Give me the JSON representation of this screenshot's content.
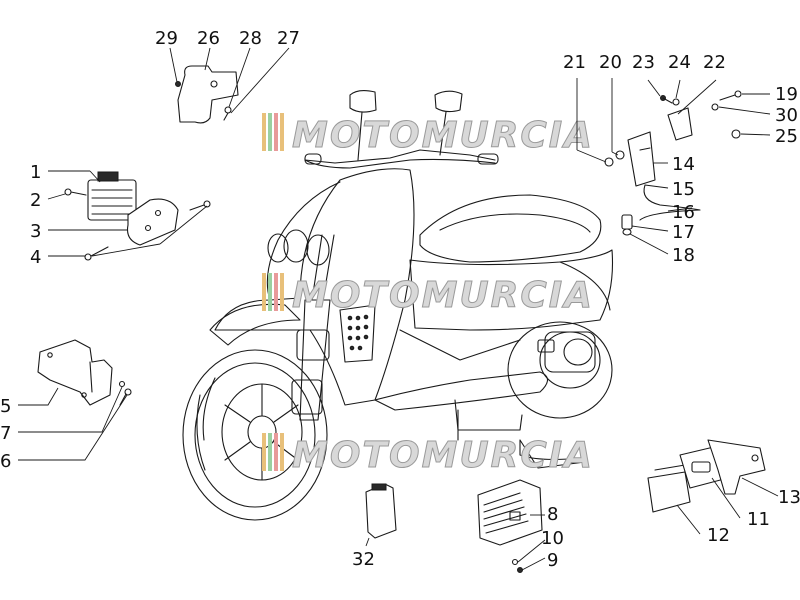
{
  "watermark": {
    "text": "MOTOMURCIA"
  },
  "callouts": {
    "n1": "1",
    "n2": "2",
    "n3": "3",
    "n4": "4",
    "n5": "5",
    "n6": "6",
    "n7": "7",
    "n8": "8",
    "n9": "9",
    "n10": "10",
    "n11": "11",
    "n12": "12",
    "n13": "13",
    "n14": "14",
    "n15": "15",
    "n16": "16",
    "n17": "17",
    "n18": "18",
    "n19": "19",
    "n20": "20",
    "n21": "21",
    "n22": "22",
    "n23": "23",
    "n24": "24",
    "n25": "25",
    "n26": "26",
    "n27": "27",
    "n28": "28",
    "n29": "29",
    "n30": "30",
    "n32": "32"
  }
}
